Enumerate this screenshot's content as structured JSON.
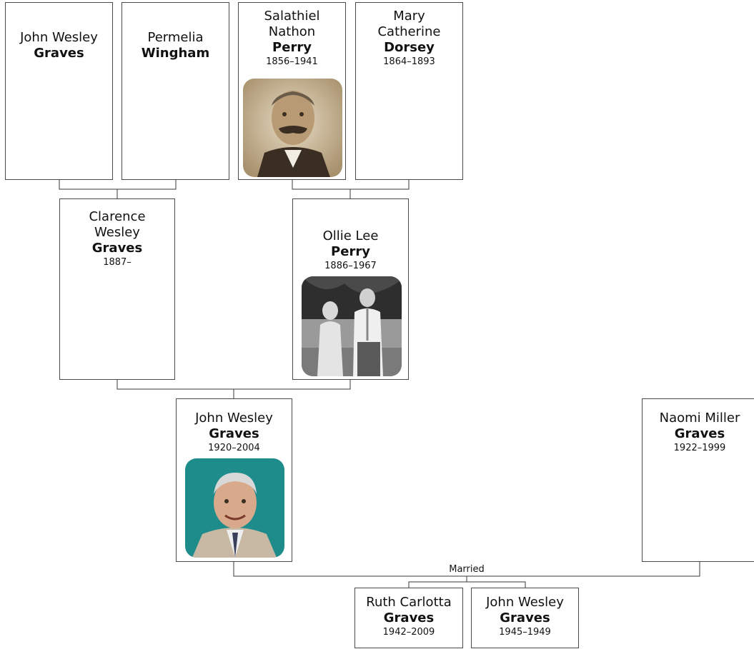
{
  "people": {
    "p1": {
      "given": "John Wesley",
      "surname": "Graves",
      "years": ""
    },
    "p2": {
      "given": "Permelia",
      "surname": "Wingham",
      "years": ""
    },
    "p3": {
      "given": "Salathiel Nathon",
      "surname": "Perry",
      "years": "1856–1941",
      "photo": "sepia-portrait-man-mustache"
    },
    "p4": {
      "given": "Mary Catherine",
      "surname": "Dorsey",
      "years": "1864–1893"
    },
    "p5": {
      "given": "Clarence Wesley",
      "surname": "Graves",
      "years": "1887–"
    },
    "p6": {
      "given": "Ollie Lee",
      "surname": "Perry",
      "years": "1886–1967",
      "photo": "bw-photo-elderly-couple"
    },
    "p7": {
      "given": "John Wesley",
      "surname": "Graves",
      "years": "1920–2004",
      "photo": "color-portrait-smiling-man"
    },
    "p8": {
      "given": "Naomi Miller",
      "surname": "Graves",
      "years": "1922–1999"
    },
    "p9": {
      "given": "Ruth Carlotta",
      "surname": "Graves",
      "years": "1942–2009"
    },
    "p10": {
      "given": "John Wesley",
      "surname": "Graves",
      "years": "1945–1949"
    }
  },
  "relation_label": "Married",
  "colors": {
    "border": "#4a4a4a",
    "line": "#3a3a3a",
    "photo_bg_teal": "#1f8c8c"
  }
}
